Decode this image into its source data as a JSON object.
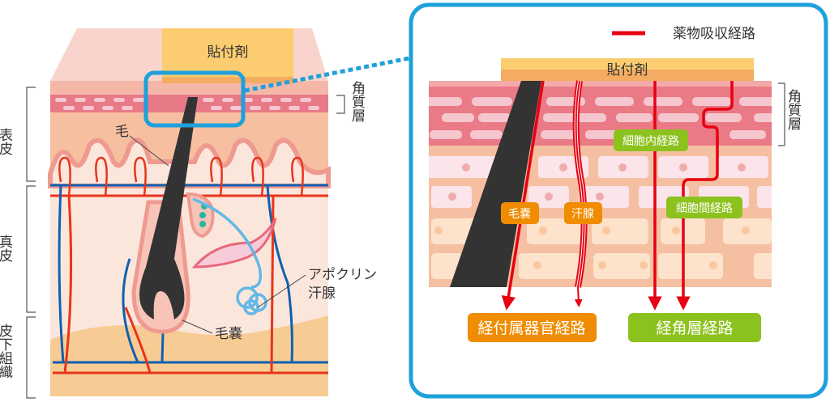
{
  "left_diagram": {
    "patch_label": "貼付剤",
    "layer_labels": {
      "epidermis": "表皮",
      "dermis": "真皮",
      "subcutis": "皮下組織",
      "stratum_corneum": "角質層"
    },
    "callouts": {
      "hair": "毛",
      "follicle": "毛嚢",
      "apocrine_line1": "アポクリン",
      "apocrine_line2": "汗腺"
    }
  },
  "right_diagram": {
    "legend_label": "薬物吸収経路",
    "patch_label": "貼付剤",
    "stratum_corneum_label": "角質層",
    "path_tags": {
      "follicle": "毛嚢",
      "sweat_gland": "汗腺",
      "intracellular": "細胞内経路",
      "intercellular": "細胞間経路"
    },
    "route_boxes": {
      "appendageal": "経付属器官経路",
      "transcorneal": "経角層経路"
    },
    "colors": {
      "frame": "#1ea0dc",
      "path": "#e60012",
      "appendageal": "#f08c00",
      "transcorneal": "#8cc21e"
    }
  }
}
